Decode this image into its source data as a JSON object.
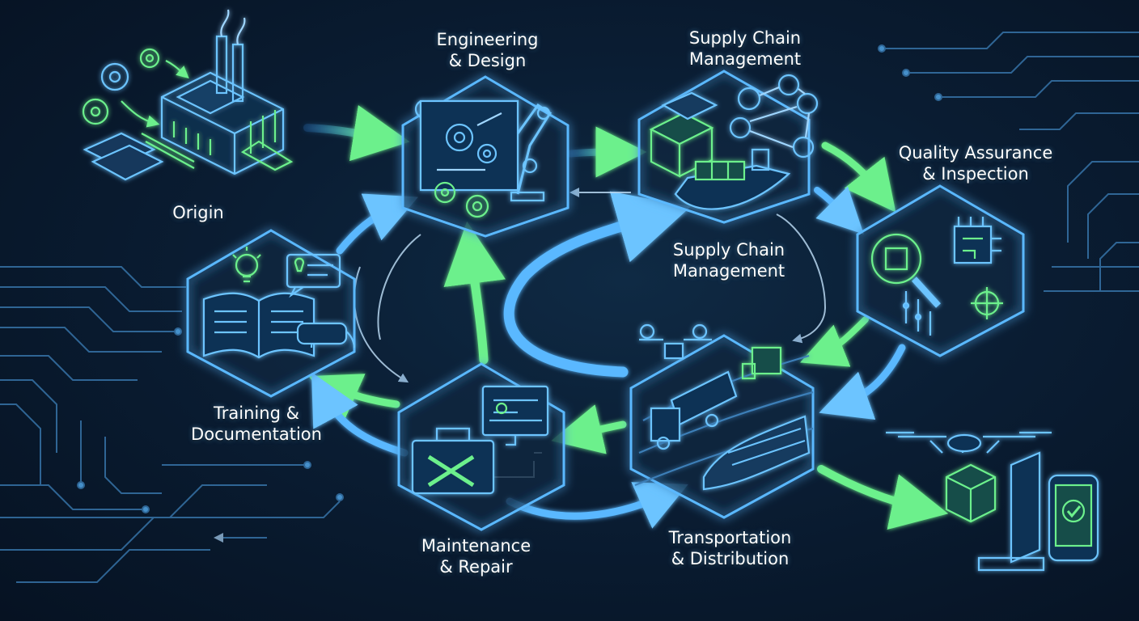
{
  "diagram": {
    "stages": {
      "origin": {
        "lines": [
          "Origin"
        ]
      },
      "engineering": {
        "lines": [
          "Engineering",
          "& Design"
        ]
      },
      "supply_top": {
        "lines": [
          "Supply Chain",
          "Management"
        ]
      },
      "supply_mid": {
        "lines": [
          "Supply Chain",
          "Management"
        ]
      },
      "quality": {
        "lines": [
          "Quality Assurance",
          "& Inspection"
        ]
      },
      "training": {
        "lines": [
          "Training &",
          "Documentation"
        ]
      },
      "maintenance": {
        "lines": [
          "Maintenance",
          "& Repair"
        ]
      },
      "transport": {
        "lines": [
          "Transportation",
          "& Distribution"
        ]
      }
    },
    "icons": {
      "origin": "factory-icon",
      "engineering": "robot-arm-blueprint-icon",
      "supply": "cargo-ship-containers-icon",
      "quality": "magnifier-chip-icon",
      "training": "book-vr-headset-icon",
      "maintenance": "toolbox-icon",
      "transport": "truck-train-drone-icon",
      "delivery": "drone-package-phone-icon"
    },
    "colors": {
      "background": "#0a1d33",
      "neon_blue": "#5ab8ff",
      "neon_green": "#5cf07a"
    }
  }
}
